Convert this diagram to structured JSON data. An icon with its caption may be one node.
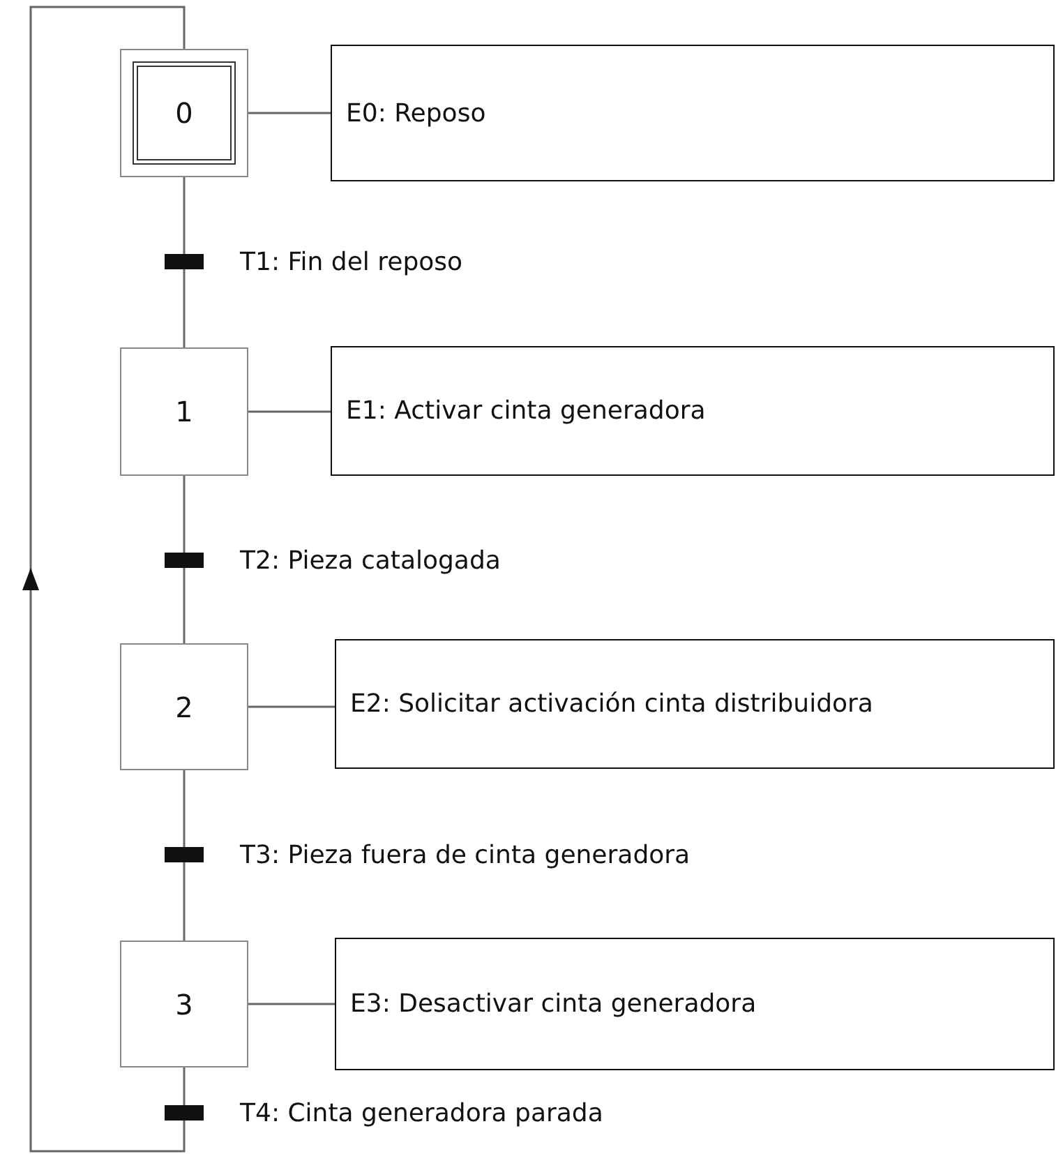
{
  "diagram": {
    "nodes": [
      {
        "text": [
          "0"
        ]
      },
      {
        "text": [
          "E0: Reposo"
        ]
      },
      {
        "text": [],
        "shape": "bar",
        "beside": [
          "T1: Fin del reposo"
        ]
      },
      {
        "text": [
          "1"
        ]
      },
      {
        "text": [
          "E1: Activar cinta generadora"
        ]
      },
      {
        "text": [],
        "shape": "bar",
        "beside": [
          "T2: Pieza catalogada"
        ]
      },
      {
        "text": [
          "2"
        ]
      },
      {
        "text": [
          "E2: Solicitar activación  cinta distribuidora"
        ]
      },
      {
        "text": [],
        "shape": "bar",
        "beside": [
          "T3: Pieza fuera de cinta generadora"
        ]
      },
      {
        "text": [
          "3"
        ]
      },
      {
        "text": [
          "E3: Desactivar cinta generadora"
        ]
      },
      {
        "text": [],
        "shape": "bar",
        "beside": [
          "T4: Cinta generadora parada"
        ]
      }
    ],
    "edges": [
      {
        "from": 0,
        "to": 1,
        "arrow": "none"
      },
      {
        "from": 0,
        "to": 2,
        "arrow": "none"
      },
      {
        "from": 2,
        "to": 3,
        "arrow": "none"
      },
      {
        "from": 3,
        "to": 4,
        "arrow": "none"
      },
      {
        "from": 3,
        "to": 5,
        "arrow": "none"
      },
      {
        "from": 5,
        "to": 6,
        "arrow": "none"
      },
      {
        "from": 6,
        "to": 7,
        "arrow": "none"
      },
      {
        "from": 6,
        "to": 8,
        "arrow": "none"
      },
      {
        "from": 8,
        "to": 9,
        "arrow": "none"
      },
      {
        "from": 9,
        "to": 10,
        "arrow": "none"
      },
      {
        "from": 9,
        "to": 11,
        "arrow": "none"
      },
      {
        "from": 11,
        "to": 0,
        "arrow": "to"
      }
    ]
  }
}
